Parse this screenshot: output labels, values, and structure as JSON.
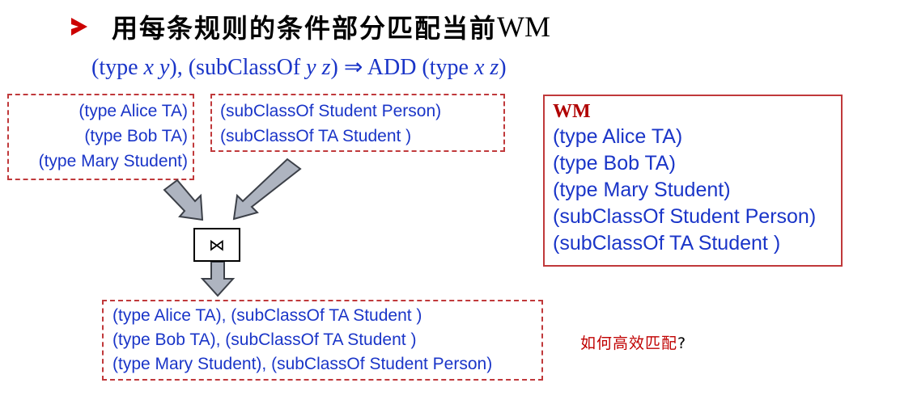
{
  "heading": {
    "text": "用每条规则的条件部分匹配当前",
    "suffix": "WM"
  },
  "rule": {
    "p1": "(type ",
    "v1": "x",
    "v2": "y",
    "p2": "), (subClassOf ",
    "v3": "y",
    "v4": "z",
    "p3": ") ⇒ ADD (type ",
    "v5": "x",
    "v6": "z",
    "p4": ")"
  },
  "type_facts": [
    "(type Alice TA)",
    "(type Bob TA)",
    "(type Mary Student)"
  ],
  "subclass_facts": [
    "(subClassOf Student Person)",
    "(subClassOf TA Student )"
  ],
  "join_symbol": "⋈",
  "join_results": [
    "(type Alice TA), (subClassOf TA Student )",
    "(type Bob TA), (subClassOf TA Student )",
    "(type Mary Student), (subClassOf Student Person)"
  ],
  "wm": {
    "title": "WM",
    "items": [
      "(type Alice TA)",
      "(type Bob TA)",
      "(type Mary Student)",
      "(subClassOf Student Person)",
      "(subClassOf TA Student )"
    ]
  },
  "question": {
    "text": "如何高效匹配",
    "mark": "?"
  },
  "colors": {
    "text_blue": "#1a35c8",
    "box_red": "#c0393b",
    "title_red": "#b00000",
    "arrow_fill": "#aeb4c0"
  }
}
